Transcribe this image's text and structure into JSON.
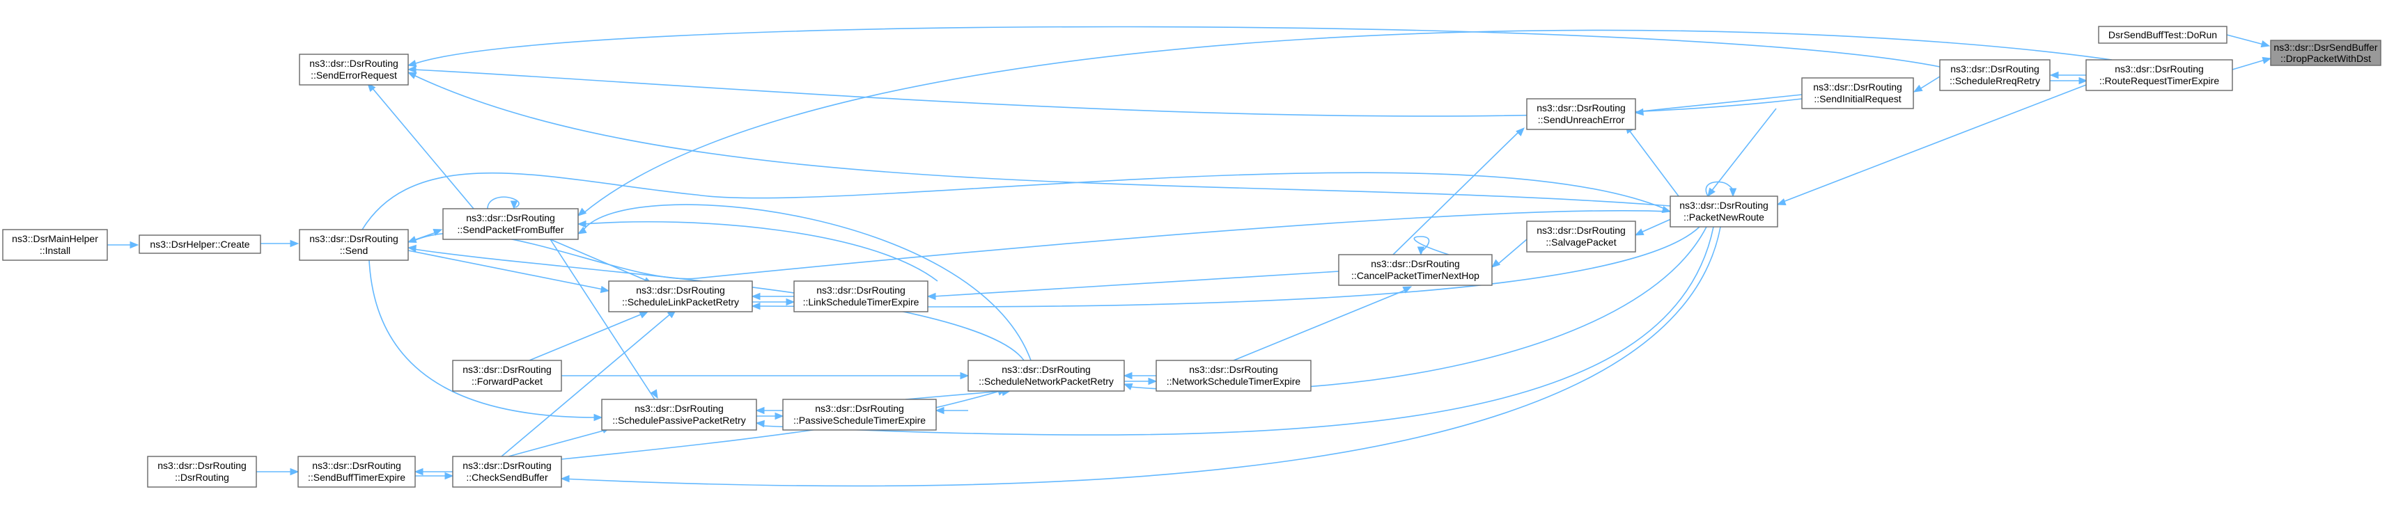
{
  "nodes": {
    "drop": {
      "line1": "ns3::dsr::DsrSendBuffer",
      "line2": "::DropPacketWithDst"
    },
    "dorun": {
      "line1": "DsrSendBuffTest::DoRun",
      "line2": ""
    },
    "rrtimer": {
      "line1": "ns3::dsr::DsrRouting",
      "line2": "::RouteRequestTimerExpire"
    },
    "schedrreq": {
      "line1": "ns3::dsr::DsrRouting",
      "line2": "::ScheduleRreqRetry"
    },
    "sendinit": {
      "line1": "ns3::dsr::DsrRouting",
      "line2": "::SendInitialRequest"
    },
    "pnr": {
      "line1": "ns3::dsr::DsrRouting",
      "line2": "::PacketNewRoute"
    },
    "sendunreach": {
      "line1": "ns3::dsr::DsrRouting",
      "line2": "::SendUnreachError"
    },
    "salvage": {
      "line1": "ns3::dsr::DsrRouting",
      "line2": "::SalvagePacket"
    },
    "cancel": {
      "line1": "ns3::dsr::DsrRouting",
      "line2": "::CancelPacketTimerNextHop"
    },
    "netsched": {
      "line1": "ns3::dsr::DsrRouting",
      "line2": "::NetworkScheduleTimerExpire"
    },
    "schednet": {
      "line1": "ns3::dsr::DsrRouting",
      "line2": "::ScheduleNetworkPacketRetry"
    },
    "linksched": {
      "line1": "ns3::dsr::DsrRouting",
      "line2": "::LinkScheduleTimerExpire"
    },
    "passsched": {
      "line1": "ns3::dsr::DsrRouting",
      "line2": "::PassiveScheduleTimerExpire"
    },
    "schedlink": {
      "line1": "ns3::dsr::DsrRouting",
      "line2": "::ScheduleLinkPacketRetry"
    },
    "forward": {
      "line1": "ns3::dsr::DsrRouting",
      "line2": "::ForwardPacket"
    },
    "schedpass": {
      "line1": "ns3::dsr::DsrRouting",
      "line2": "::SchedulePassivePacketRetry"
    },
    "checksend": {
      "line1": "ns3::dsr::DsrRouting",
      "line2": "::CheckSendBuffer"
    },
    "sendpkt": {
      "line1": "ns3::dsr::DsrRouting",
      "line2": "::SendPacketFromBuffer"
    },
    "senderr": {
      "line1": "ns3::dsr::DsrRouting",
      "line2": "::SendErrorRequest"
    },
    "send": {
      "line1": "ns3::dsr::DsrRouting",
      "line2": "::Send"
    },
    "sendbuff": {
      "line1": "ns3::dsr::DsrRouting",
      "line2": "::SendBuffTimerExpire"
    },
    "ctor": {
      "line1": "ns3::dsr::DsrRouting",
      "line2": "::DsrRouting"
    },
    "create": {
      "line1": "ns3::DsrHelper::Create",
      "line2": ""
    },
    "install": {
      "line1": "ns3::DsrMainHelper",
      "line2": "::Install"
    }
  },
  "colors": {
    "edge": "#63b8ff",
    "highlight": "#999999",
    "border": "#666666"
  }
}
